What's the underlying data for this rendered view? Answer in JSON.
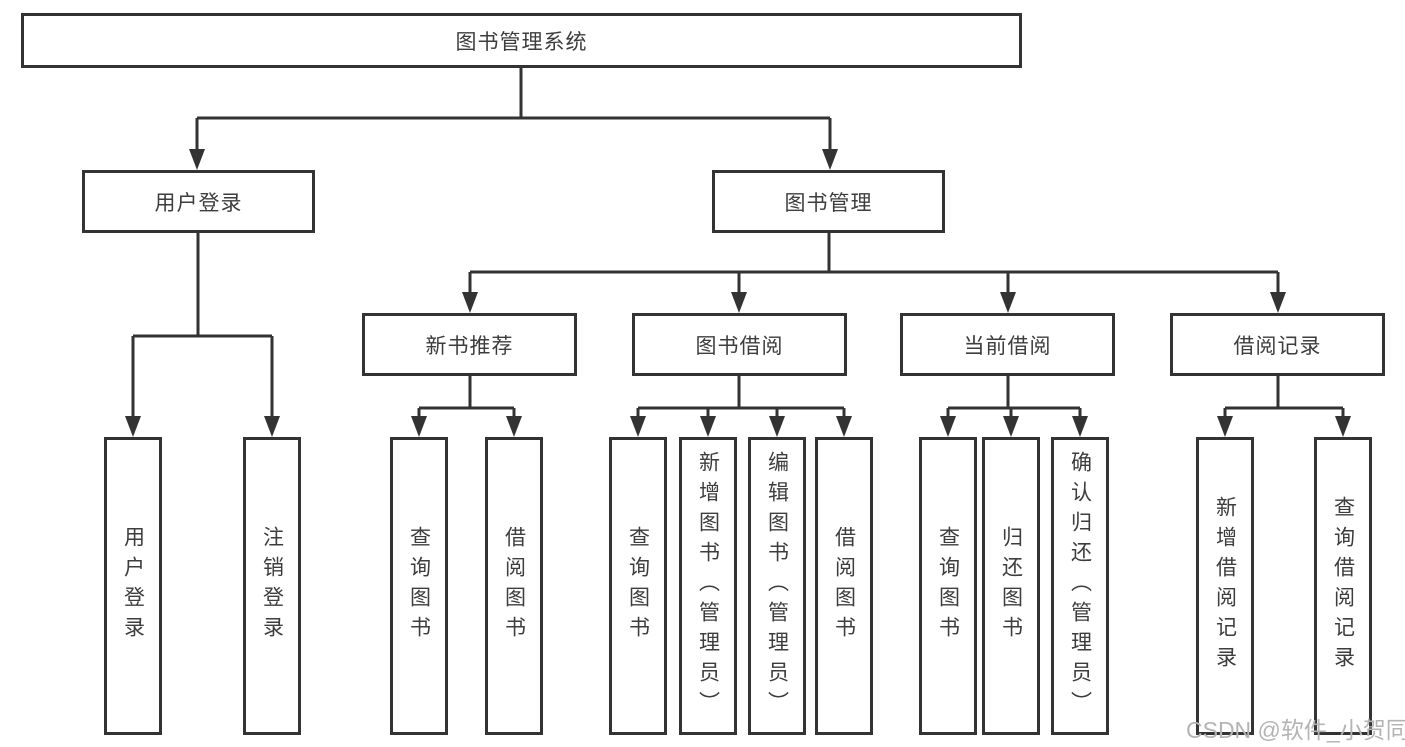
{
  "tree": {
    "label": "图书管理系统",
    "children": [
      {
        "label": "用户登录",
        "children": [
          {
            "label": "用户登录"
          },
          {
            "label": "注销登录"
          }
        ]
      },
      {
        "label": "图书管理",
        "children": [
          {
            "label": "新书推荐",
            "children": [
              {
                "label": "查询图书"
              },
              {
                "label": "借阅图书"
              }
            ]
          },
          {
            "label": "图书借阅",
            "children": [
              {
                "label": "查询图书"
              },
              {
                "label": "新增图书（管理员）"
              },
              {
                "label": "编辑图书（管理员）"
              },
              {
                "label": "借阅图书"
              }
            ]
          },
          {
            "label": "当前借阅",
            "children": [
              {
                "label": "查询图书"
              },
              {
                "label": "归还图书"
              },
              {
                "label": "确认归还（管理员）"
              }
            ]
          },
          {
            "label": "借阅记录",
            "children": [
              {
                "label": "新增借阅记录"
              },
              {
                "label": "查询借阅记录"
              }
            ]
          }
        ]
      }
    ]
  },
  "watermark": {
    "text": "CSDN @软件_小贺同学"
  },
  "colors": {
    "line": "#333333",
    "box_border": "#333333",
    "text": "#3d3d3d",
    "watermark": "#b4b4b4",
    "background": "#ffffff"
  }
}
